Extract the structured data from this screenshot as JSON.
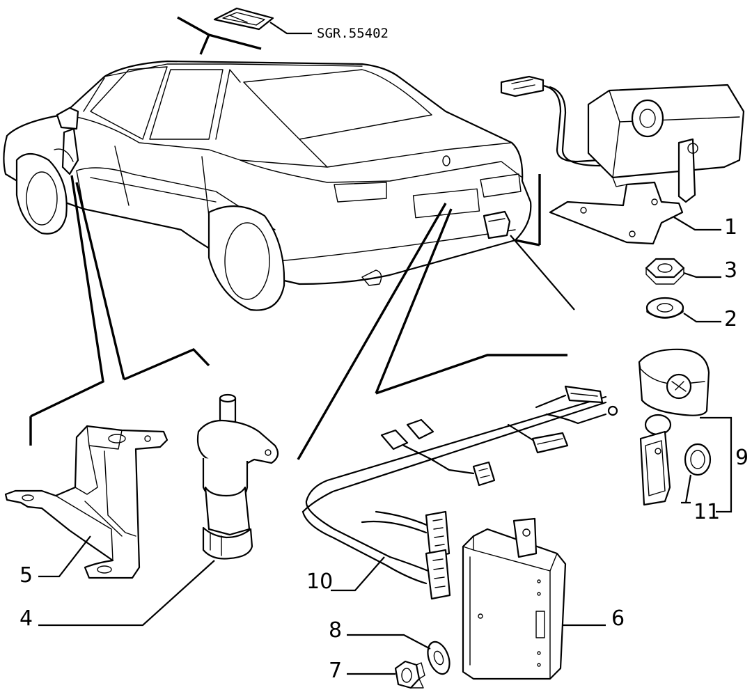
{
  "diagram": {
    "reference_code": "SGR.55402",
    "part_labels": [
      {
        "id": "part-1",
        "text": "1"
      },
      {
        "id": "part-2",
        "text": "2"
      },
      {
        "id": "part-3",
        "text": "3"
      },
      {
        "id": "part-4",
        "text": "4"
      },
      {
        "id": "part-5",
        "text": "5"
      },
      {
        "id": "part-6",
        "text": "6"
      },
      {
        "id": "part-7",
        "text": "7"
      },
      {
        "id": "part-8",
        "text": "8"
      },
      {
        "id": "part-9",
        "text": "9"
      },
      {
        "id": "part-10",
        "text": "10"
      },
      {
        "id": "part-11",
        "text": "11"
      }
    ],
    "parts": [
      {
        "label": "1",
        "depicts": "siren-unit-with-mounting-bracket"
      },
      {
        "label": "2",
        "depicts": "washer"
      },
      {
        "label": "3",
        "depicts": "nut"
      },
      {
        "label": "4",
        "depicts": "key-switch-cylinder"
      },
      {
        "label": "5",
        "depicts": "switch-mounting-bracket"
      },
      {
        "label": "6",
        "depicts": "control-unit"
      },
      {
        "label": "7",
        "depicts": "nut"
      },
      {
        "label": "8",
        "depicts": "washer"
      },
      {
        "label": "9",
        "depicts": "remote-key-fob-with-tag"
      },
      {
        "label": "10",
        "depicts": "wiring-harness"
      },
      {
        "label": "11",
        "depicts": "battery-cell"
      }
    ]
  }
}
